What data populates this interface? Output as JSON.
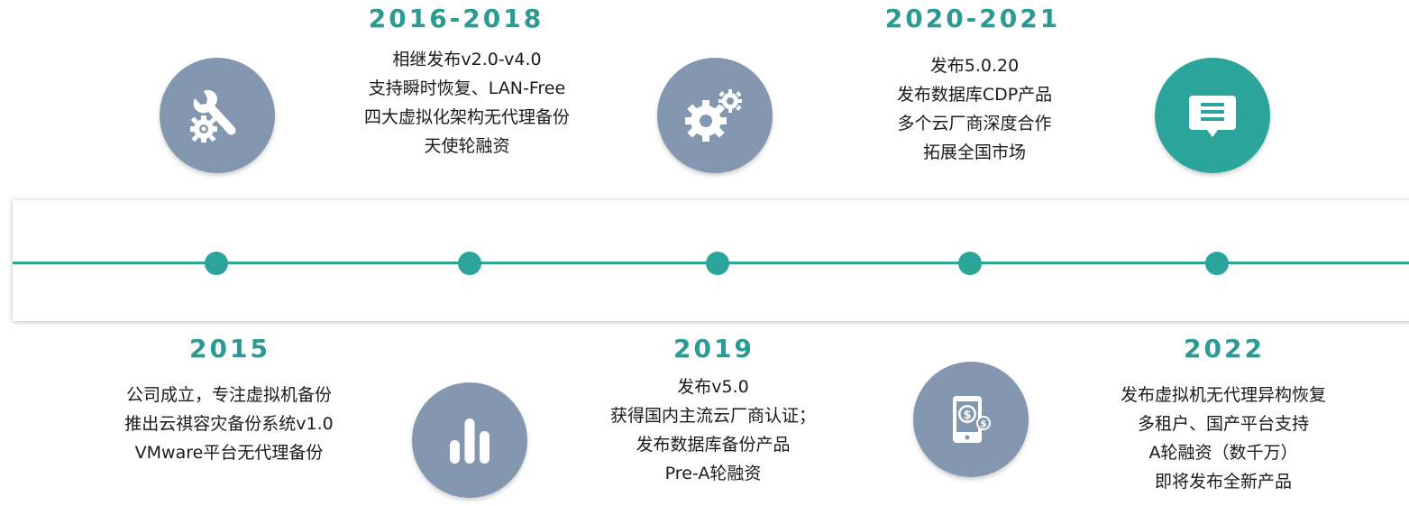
{
  "accent_color": "#2ba49c",
  "icon_circle_color": "#8497b0",
  "milestones": [
    {
      "year": "2015",
      "lines": [
        "公司成立，专注虚拟机备份",
        "推出云祺容灾备份系统v1.0",
        "VMware平台无代理备份"
      ],
      "icon": "wrench-gear-icon"
    },
    {
      "year": "2016-2018",
      "lines": [
        "相继发布v2.0-v4.0",
        "支持瞬时恢复、LAN-Free",
        "四大虚拟化架构无代理备份",
        "天使轮融资"
      ],
      "icon": "bar-chart-icon"
    },
    {
      "year": "2019",
      "lines": [
        "发布v5.0",
        "获得国内主流云厂商认证；",
        "发布数据库备份产品",
        "Pre-A轮融资"
      ],
      "icon": "gears-icon"
    },
    {
      "year": "2020-2021",
      "lines": [
        "发布5.0.20",
        "发布数据库CDP产品",
        "多个云厂商深度合作",
        "拓展全国市场"
      ],
      "icon": "mobile-payment-icon"
    },
    {
      "year": "2022",
      "lines": [
        "发布虚拟机无代理异构恢复",
        "多租户、国产平台支持",
        "A轮融资（数千万）",
        "即将发布全新产品"
      ],
      "icon": "chat-message-icon"
    }
  ]
}
